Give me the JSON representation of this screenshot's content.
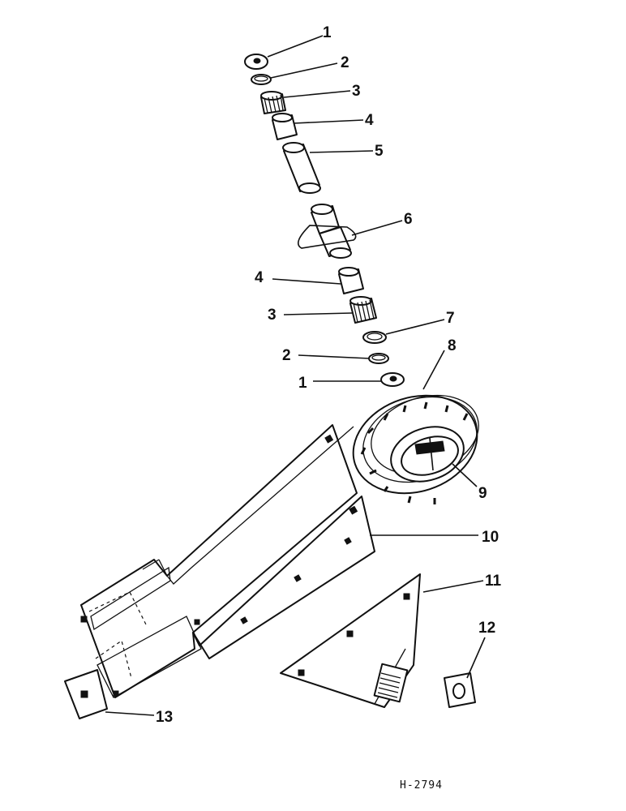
{
  "diagram": {
    "callouts": [
      {
        "id": "c1a",
        "text": "1"
      },
      {
        "id": "c2a",
        "text": "2"
      },
      {
        "id": "c3a",
        "text": "3"
      },
      {
        "id": "c4a",
        "text": "4"
      },
      {
        "id": "c5",
        "text": "5"
      },
      {
        "id": "c6",
        "text": "6"
      },
      {
        "id": "c4b",
        "text": "4"
      },
      {
        "id": "c3b",
        "text": "3"
      },
      {
        "id": "c7",
        "text": "7"
      },
      {
        "id": "c2b",
        "text": "2"
      },
      {
        "id": "c8",
        "text": "8"
      },
      {
        "id": "c1b",
        "text": "1"
      },
      {
        "id": "c9",
        "text": "9"
      },
      {
        "id": "c10",
        "text": "10"
      },
      {
        "id": "c11",
        "text": "11"
      },
      {
        "id": "c12",
        "text": "12"
      },
      {
        "id": "c13",
        "text": "13"
      }
    ],
    "drawing_number": "H-2794"
  }
}
